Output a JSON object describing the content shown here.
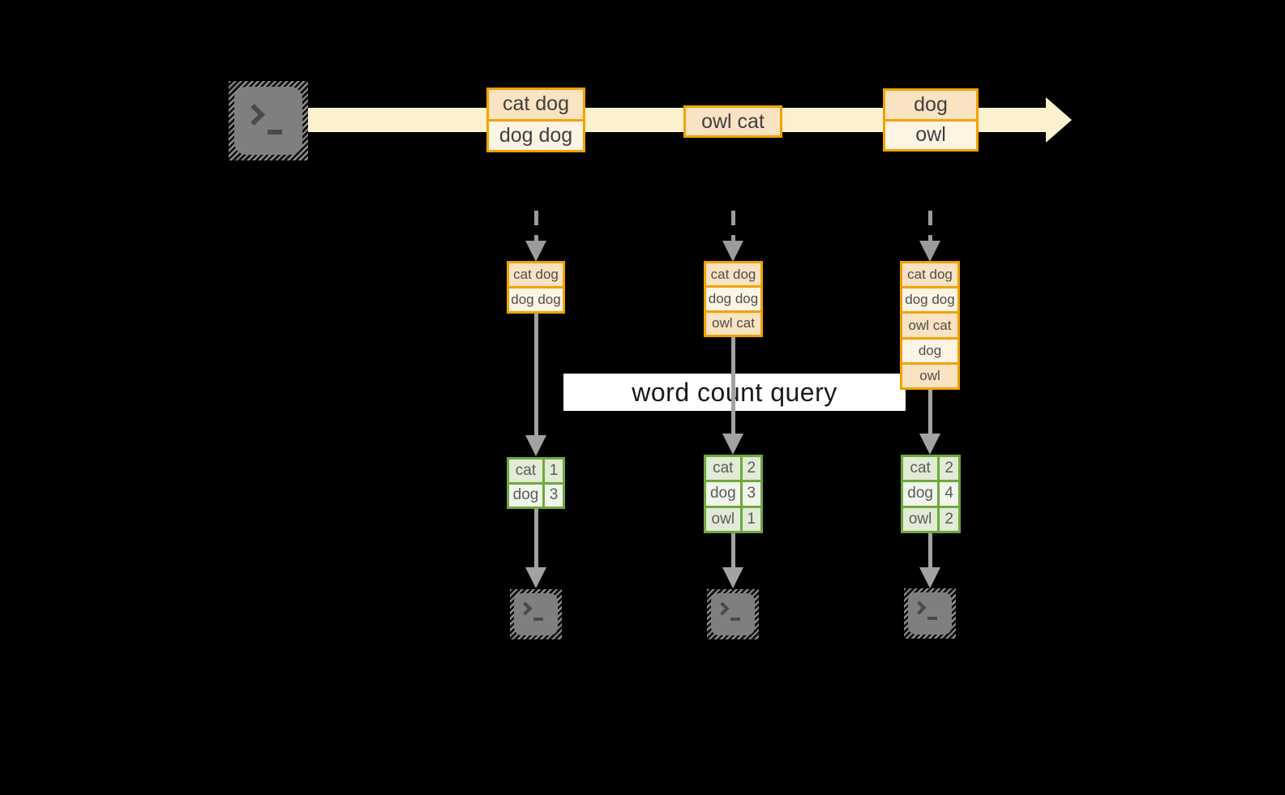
{
  "label": {
    "text": "word count query"
  },
  "stream": {
    "events": [
      {
        "lines": [
          "cat dog",
          "dog dog"
        ]
      },
      {
        "lines": [
          "owl cat"
        ]
      },
      {
        "lines": [
          "dog",
          "owl"
        ]
      }
    ]
  },
  "buffers": [
    {
      "lines": [
        "cat dog",
        "dog dog"
      ]
    },
    {
      "lines": [
        "cat dog",
        "dog dog",
        "owl cat"
      ]
    },
    {
      "lines": [
        "cat dog",
        "dog dog",
        "owl cat",
        "dog",
        "owl"
      ]
    }
  ],
  "counts": [
    {
      "rows": [
        {
          "word": "cat",
          "count": "1"
        },
        {
          "word": "dog",
          "count": "3"
        }
      ]
    },
    {
      "rows": [
        {
          "word": "cat",
          "count": "2"
        },
        {
          "word": "dog",
          "count": "3"
        },
        {
          "word": "owl",
          "count": "1"
        }
      ]
    },
    {
      "rows": [
        {
          "word": "cat",
          "count": "2"
        },
        {
          "word": "dog",
          "count": "4"
        },
        {
          "word": "owl",
          "count": "2"
        }
      ]
    }
  ],
  "icons": {
    "source": "terminal-icon",
    "sinks": [
      "terminal-icon",
      "terminal-icon",
      "terminal-icon"
    ]
  },
  "colors": {
    "background": "#000000",
    "stream_band": "#FCF1CF",
    "event_border": "#F0A202",
    "event_fill_dark": "#FAE3C2",
    "event_fill_light": "#FEF4E4",
    "table_border": "#6FA83D",
    "table_fill_dark": "#E1EBD5",
    "table_fill_light": "#F1F6EC",
    "arrow_gray": "#A2A2A2",
    "terminal_gray": "#7F7F7F",
    "label_background": "#FFFFFF"
  }
}
